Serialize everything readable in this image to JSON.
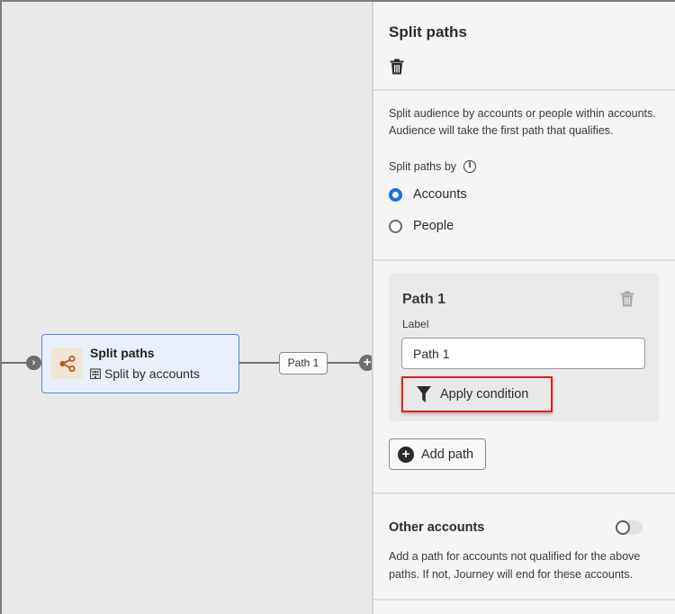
{
  "canvas": {
    "node": {
      "title": "Split paths",
      "subtitle": "Split by accounts",
      "icon": "share-icon",
      "accent_color": "#b8551e",
      "border_color": "#4a8ad8"
    },
    "in_port_glyph": "›",
    "path_chip_label": "Path 1",
    "add_port_glyph": "+"
  },
  "panel": {
    "title": "Split paths",
    "description": "Split audience by accounts or people within accounts. Audience will take the first path that qualifies.",
    "split_by_label": "Split paths by",
    "split_by_options": [
      {
        "label": "Accounts",
        "selected": true
      },
      {
        "label": "People",
        "selected": false
      }
    ],
    "paths": [
      {
        "title": "Path 1",
        "label_field_label": "Label",
        "label_value": "Path 1",
        "apply_condition_label": "Apply condition"
      }
    ],
    "add_path_label": "Add path",
    "other_accounts": {
      "title": "Other accounts",
      "enabled": false,
      "description": "Add a path for accounts not qualified for the above paths. If not, Journey will end for these accounts."
    },
    "selection_color": "#1473e6",
    "highlight_color": "#e02020"
  }
}
